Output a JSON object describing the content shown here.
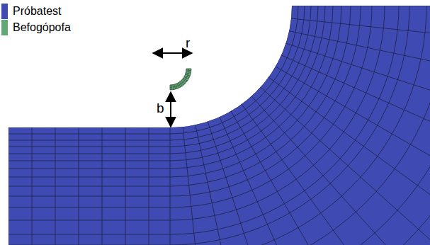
{
  "diagram": {
    "labels": [
      "r",
      "b"
    ],
    "legend": [
      {
        "text": "Próbatest",
        "color": "#3f4bb2"
      },
      {
        "text": "Befogópofa",
        "color": "#62a876"
      }
    ]
  }
}
